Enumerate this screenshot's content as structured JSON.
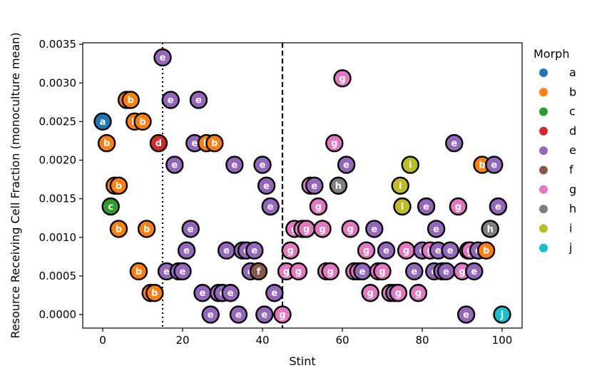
{
  "chart_data": {
    "type": "scatter",
    "xlabel": "Stint",
    "ylabel": "Resource Receiving Cell Fraction (monoculture mean)",
    "xlim": [
      -5,
      105
    ],
    "ylim": [
      -0.000175,
      0.00352
    ],
    "x_ticks": [
      0,
      20,
      40,
      60,
      80,
      100
    ],
    "x_tick_labels": [
      "0",
      "20",
      "40",
      "60",
      "80",
      "100"
    ],
    "y_ticks": [
      0,
      0.0005,
      0.001,
      0.0015,
      0.002,
      0.0025,
      0.003,
      0.0035
    ],
    "y_tick_labels": [
      "0.0000",
      "0.0005",
      "0.0010",
      "0.0015",
      "0.0020",
      "0.0025",
      "0.0030",
      "0.0035"
    ],
    "vlines": [
      {
        "x": 15,
        "style": "dotted"
      },
      {
        "x": 45,
        "style": "dashed"
      }
    ],
    "legend": {
      "title": "Morph",
      "placement": "outside-right",
      "entries": [
        {
          "label": "a",
          "color": "#1f77b4"
        },
        {
          "label": "b",
          "color": "#ff7f0e"
        },
        {
          "label": "c",
          "color": "#2ca02c"
        },
        {
          "label": "d",
          "color": "#d62728"
        },
        {
          "label": "e",
          "color": "#9467bd"
        },
        {
          "label": "f",
          "color": "#8c564b"
        },
        {
          "label": "g",
          "color": "#e377c2"
        },
        {
          "label": "h",
          "color": "#7f7f7f"
        },
        {
          "label": "i",
          "color": "#bcbd22"
        },
        {
          "label": "j",
          "color": "#17becf"
        }
      ]
    },
    "points": [
      {
        "x": 0,
        "y": 0.0025,
        "morph": "a"
      },
      {
        "x": 1,
        "y": 0.00222,
        "morph": "b"
      },
      {
        "x": 2,
        "y": 0.0014,
        "morph": "c"
      },
      {
        "x": 3,
        "y": 0.00167,
        "morph": "b"
      },
      {
        "x": 4,
        "y": 0.00167,
        "morph": "b"
      },
      {
        "x": 4,
        "y": 0.00111,
        "morph": "b"
      },
      {
        "x": 6,
        "y": 0.00278,
        "morph": "b"
      },
      {
        "x": 7,
        "y": 0.00278,
        "morph": "b"
      },
      {
        "x": 8,
        "y": 0.0025,
        "morph": "b"
      },
      {
        "x": 9,
        "y": 0.00056,
        "morph": "b"
      },
      {
        "x": 10,
        "y": 0.0025,
        "morph": "b"
      },
      {
        "x": 11,
        "y": 0.00111,
        "morph": "b"
      },
      {
        "x": 12,
        "y": 0.00028,
        "morph": "b"
      },
      {
        "x": 13,
        "y": 0.00028,
        "morph": "b"
      },
      {
        "x": 14,
        "y": 0.00222,
        "morph": "d"
      },
      {
        "x": 15,
        "y": 0.00333,
        "morph": "e"
      },
      {
        "x": 16,
        "y": 0.00056,
        "morph": "e"
      },
      {
        "x": 17,
        "y": 0.00278,
        "morph": "e"
      },
      {
        "x": 18,
        "y": 0.00194,
        "morph": "e"
      },
      {
        "x": 19,
        "y": 0.00056,
        "morph": "e"
      },
      {
        "x": 20,
        "y": 0.00056,
        "morph": "e"
      },
      {
        "x": 21,
        "y": 0.00083,
        "morph": "e"
      },
      {
        "x": 22,
        "y": 0.00111,
        "morph": "e"
      },
      {
        "x": 23,
        "y": 0.00222,
        "morph": "e"
      },
      {
        "x": 24,
        "y": 0.00278,
        "morph": "e"
      },
      {
        "x": 25,
        "y": 0.00028,
        "morph": "e"
      },
      {
        "x": 26,
        "y": 0.00222,
        "morph": "b"
      },
      {
        "x": 27,
        "y": 0.0,
        "morph": "e"
      },
      {
        "x": 28,
        "y": 0.00222,
        "morph": "b"
      },
      {
        "x": 29,
        "y": 0.00028,
        "morph": "e"
      },
      {
        "x": 30,
        "y": 0.00028,
        "morph": "e"
      },
      {
        "x": 31,
        "y": 0.00083,
        "morph": "e"
      },
      {
        "x": 32,
        "y": 0.00028,
        "morph": "e"
      },
      {
        "x": 33,
        "y": 0.00194,
        "morph": "e"
      },
      {
        "x": 34,
        "y": 0.0,
        "morph": "e"
      },
      {
        "x": 35,
        "y": 0.00083,
        "morph": "e"
      },
      {
        "x": 36,
        "y": 0.00083,
        "morph": "e"
      },
      {
        "x": 37,
        "y": 0.00056,
        "morph": "e"
      },
      {
        "x": 38,
        "y": 0.00083,
        "morph": "e"
      },
      {
        "x": 39,
        "y": 0.00056,
        "morph": "f"
      },
      {
        "x": 40,
        "y": 0.00194,
        "morph": "e"
      },
      {
        "x": 40.5,
        "y": 0.0,
        "morph": "e"
      },
      {
        "x": 41,
        "y": 0.00167,
        "morph": "e"
      },
      {
        "x": 42,
        "y": 0.0014,
        "morph": "e"
      },
      {
        "x": 43,
        "y": 0.00028,
        "morph": "e"
      },
      {
        "x": 45,
        "y": 0.0,
        "morph": "g"
      },
      {
        "x": 46,
        "y": 0.00056,
        "morph": "g"
      },
      {
        "x": 47,
        "y": 0.00083,
        "morph": "g"
      },
      {
        "x": 48,
        "y": 0.00111,
        "morph": "g"
      },
      {
        "x": 49,
        "y": 0.00056,
        "morph": "g"
      },
      {
        "x": 50,
        "y": 0.00111,
        "morph": "g"
      },
      {
        "x": 51,
        "y": 0.00111,
        "morph": "g"
      },
      {
        "x": 52,
        "y": 0.00167,
        "morph": "g"
      },
      {
        "x": 53,
        "y": 0.00167,
        "morph": "e"
      },
      {
        "x": 54,
        "y": 0.0014,
        "morph": "g"
      },
      {
        "x": 55,
        "y": 0.00111,
        "morph": "g"
      },
      {
        "x": 56,
        "y": 0.00056,
        "morph": "g"
      },
      {
        "x": 57,
        "y": 0.00056,
        "morph": "g"
      },
      {
        "x": 58,
        "y": 0.00222,
        "morph": "g"
      },
      {
        "x": 59,
        "y": 0.00167,
        "morph": "h"
      },
      {
        "x": 60,
        "y": 0.00306,
        "morph": "g"
      },
      {
        "x": 61,
        "y": 0.00194,
        "morph": "e"
      },
      {
        "x": 62,
        "y": 0.00111,
        "morph": "g"
      },
      {
        "x": 63,
        "y": 0.00056,
        "morph": "g"
      },
      {
        "x": 64,
        "y": 0.00056,
        "morph": "g"
      },
      {
        "x": 65,
        "y": 0.00056,
        "morph": "e"
      },
      {
        "x": 66,
        "y": 0.00083,
        "morph": "g"
      },
      {
        "x": 67,
        "y": 0.00028,
        "morph": "g"
      },
      {
        "x": 68,
        "y": 0.00111,
        "morph": "e"
      },
      {
        "x": 69,
        "y": 0.00056,
        "morph": "g"
      },
      {
        "x": 70,
        "y": 0.00056,
        "morph": "g"
      },
      {
        "x": 71,
        "y": 0.00083,
        "morph": "e"
      },
      {
        "x": 72,
        "y": 0.00028,
        "morph": "g"
      },
      {
        "x": 73,
        "y": 0.00028,
        "morph": "e"
      },
      {
        "x": 74,
        "y": 0.00028,
        "morph": "g"
      },
      {
        "x": 74.5,
        "y": 0.00167,
        "morph": "i"
      },
      {
        "x": 75,
        "y": 0.0014,
        "morph": "i"
      },
      {
        "x": 76,
        "y": 0.00083,
        "morph": "g"
      },
      {
        "x": 77,
        "y": 0.00194,
        "morph": "i"
      },
      {
        "x": 78,
        "y": 0.00056,
        "morph": "e"
      },
      {
        "x": 79,
        "y": 0.00028,
        "morph": "g"
      },
      {
        "x": 80,
        "y": 0.00083,
        "morph": "e"
      },
      {
        "x": 81,
        "y": 0.0014,
        "morph": "e"
      },
      {
        "x": 82,
        "y": 0.00083,
        "morph": "g"
      },
      {
        "x": 83,
        "y": 0.00056,
        "morph": "e"
      },
      {
        "x": 83.5,
        "y": 0.00111,
        "morph": "e"
      },
      {
        "x": 84,
        "y": 0.00083,
        "morph": "e"
      },
      {
        "x": 85,
        "y": 0.00056,
        "morph": "e"
      },
      {
        "x": 86,
        "y": 0.00056,
        "morph": "e"
      },
      {
        "x": 87,
        "y": 0.00083,
        "morph": "e"
      },
      {
        "x": 88,
        "y": 0.00222,
        "morph": "e"
      },
      {
        "x": 89,
        "y": 0.0014,
        "morph": "g"
      },
      {
        "x": 90,
        "y": 0.00056,
        "morph": "g"
      },
      {
        "x": 91,
        "y": 0.0,
        "morph": "e"
      },
      {
        "x": 91.5,
        "y": 0.00083,
        "morph": "i"
      },
      {
        "x": 92,
        "y": 0.00083,
        "morph": "g"
      },
      {
        "x": 93,
        "y": 0.00056,
        "morph": "e"
      },
      {
        "x": 94,
        "y": 0.00083,
        "morph": "e"
      },
      {
        "x": 95,
        "y": 0.00194,
        "morph": "b"
      },
      {
        "x": 96,
        "y": 0.00083,
        "morph": "b"
      },
      {
        "x": 97,
        "y": 0.00111,
        "morph": "h"
      },
      {
        "x": 98,
        "y": 0.00194,
        "morph": "e"
      },
      {
        "x": 99,
        "y": 0.0014,
        "morph": "e"
      },
      {
        "x": 100,
        "y": 0.0,
        "morph": "j"
      }
    ]
  }
}
